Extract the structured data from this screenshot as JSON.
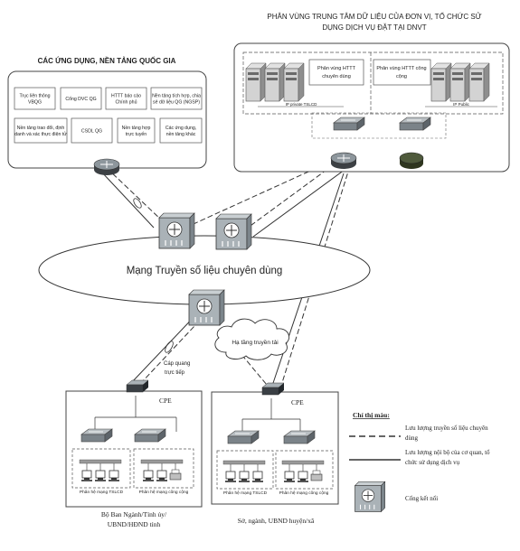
{
  "national_apps": {
    "title": "CÁC ỨNG DỤNG, NỀN TẢNG QUỐC GIA",
    "items": [
      [
        "Trục liên thông",
        "VBQG"
      ],
      [
        "Cổng DVC QG"
      ],
      [
        "HTTT báo cáo",
        "Chính phủ"
      ],
      [
        "Nền tảng tích hợp, chia",
        "sẻ dữ liệu QG (NGSP)"
      ],
      [
        "Nền tảng trao đổi, định",
        "danh và xác thực điện tử"
      ],
      [
        "CSDL QG"
      ],
      [
        "Nền tảng hợp",
        "trực tuyến"
      ],
      [
        "Các ứng dụng,",
        "nền tảng khác"
      ]
    ]
  },
  "datacenter": {
    "title_line1": "PHÂN VÙNG TRUNG TÂM DỮ LIỆU CỦA ĐƠN VỊ, TỔ CHỨC SỬ",
    "title_line2": "DỤNG DỊCH VỤ ĐẶT TẠI DNVT",
    "zone_private_line1": "Phân vùng HTTT",
    "zone_private_line2": "chuyên dùng",
    "zone_public_line1": "Phân vùng HTTT công",
    "zone_public_line2": "cộng",
    "ip_private": "IP private TSLCD",
    "ip_public": "IP Public"
  },
  "network": {
    "main_label": "Mạng Truyền số liệu chuyên dùng",
    "transmission_cloud": "Hạ tầng truyền tải",
    "direct_fiber_line1": "Cáp quang",
    "direct_fiber_line2": "trực tiếp"
  },
  "branch_left": {
    "cpe": "CPE",
    "zone_a": "Phân hệ mạng TSLCD",
    "zone_b": "Phân hệ mạng công cộng",
    "caption_line1": "Bộ Ban Ngành/Tỉnh ủy/",
    "caption_line2": "UBND/HĐND tỉnh"
  },
  "branch_right": {
    "cpe": "CPE",
    "zone_a": "Phân hệ mạng TSLCD",
    "zone_b": "Phân hệ mạng công cộng",
    "caption": "Sở, ngành, UBND huyện/xã"
  },
  "legend": {
    "title": "Chỉ thị màu:",
    "item1_line1": "Lưu lượng truyền số liệu chuyên",
    "item1_line2": "dùng",
    "item2_line1": "Lưu lượng nội bộ của cơ quan, tổ",
    "item2_line2": "chức sử dụng dịch vụ",
    "item3": "Cổng kết nối"
  },
  "colors": {
    "line": "#333333",
    "device": "#9aa3a8",
    "router_green": "#4f5a3c",
    "server": "#c9c9c9"
  }
}
